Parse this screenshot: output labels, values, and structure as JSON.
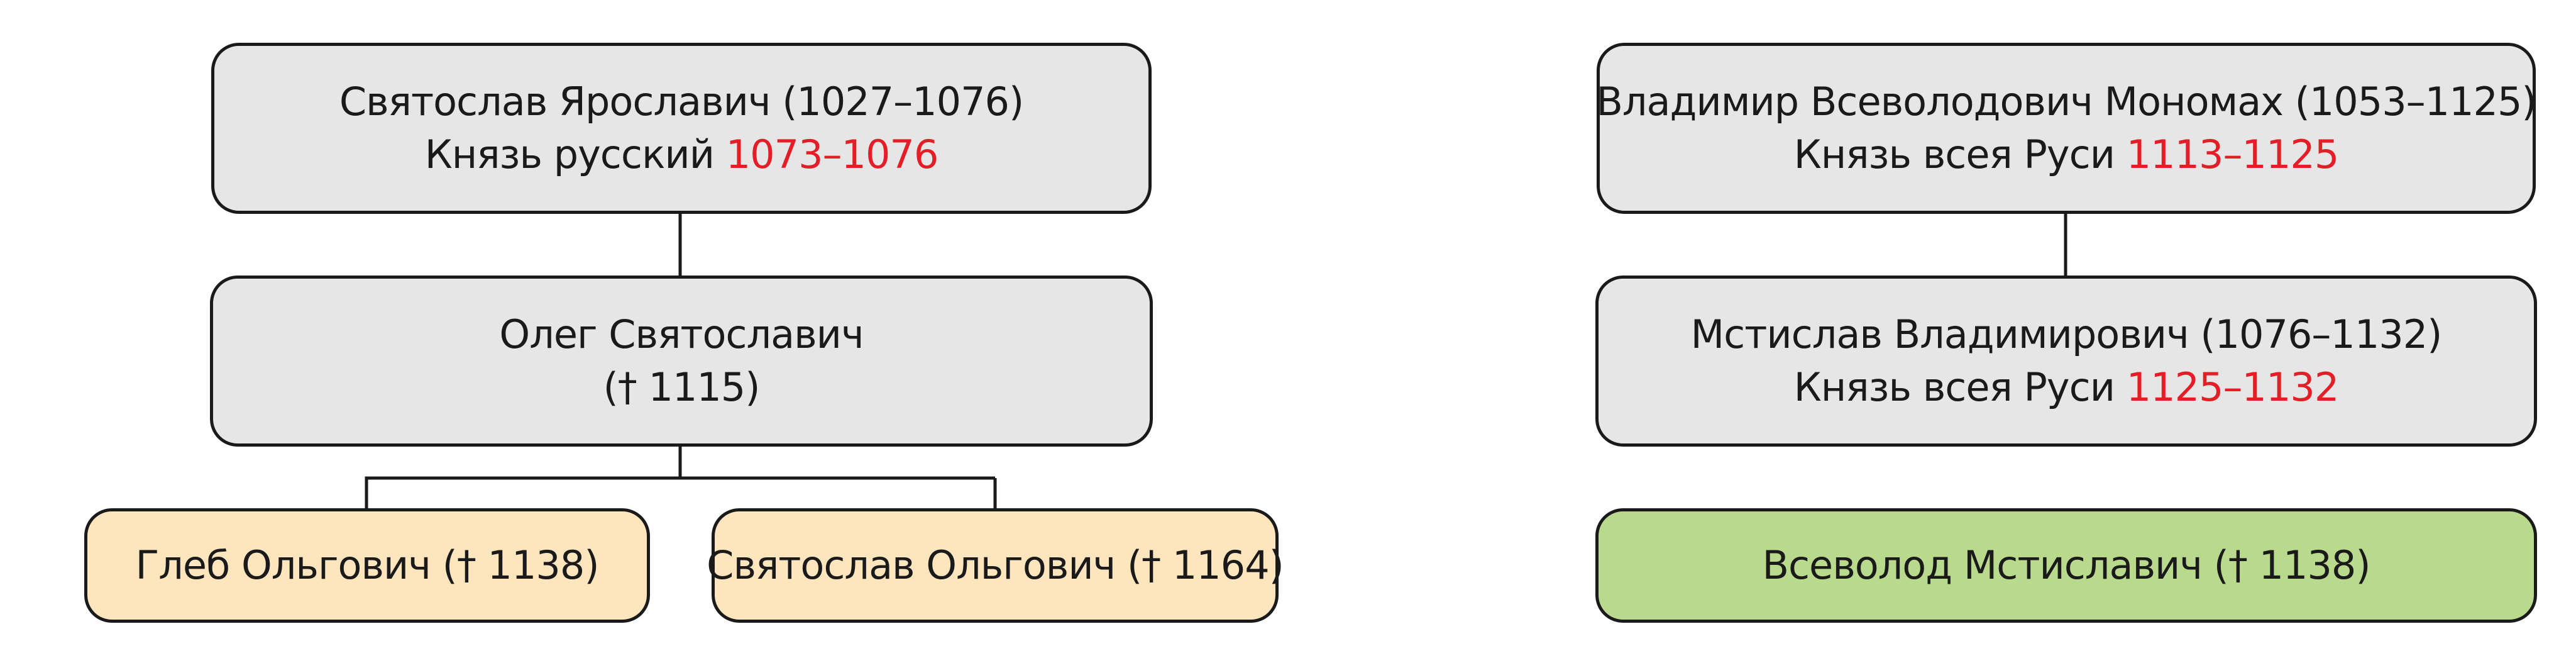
{
  "colors": {
    "box_grey": "#e6e6e7",
    "box_peach": "#fde5bd",
    "box_green": "#b9da8c",
    "highlight_red": "#e41e26",
    "border": "#1a1a1a",
    "connector": "#1a1a1a"
  },
  "left_tree": {
    "svyatoslav_yaroslavich": {
      "name_line": "Святослав Ярославич (1027–1076)",
      "title_prefix": "Князь русский ",
      "reign": "1073–1076"
    },
    "oleg_svyatoslavich": {
      "name_line": "Олег Святославич",
      "death_line": "(† 1115)"
    },
    "gleb_olgovich": {
      "name_line": "Глеб Ольгович († 1138)"
    },
    "svyatoslav_olgovich": {
      "name_line": "Святослав Ольгович († 1164)"
    }
  },
  "right_tree": {
    "vladimir_monomakh": {
      "name_line": "Владимир Всеволодович Мономах (1053–1125)",
      "title_prefix": "Князь всея Руси ",
      "reign": "1113–1125"
    },
    "mstislav_vladimirovich": {
      "name_line": "Мстислав Владимирович (1076–1132)",
      "title_prefix": "Князь всея Руси ",
      "reign": "1125–1132"
    },
    "vsevolod_mstislavich": {
      "name_line": "Всеволод Мстиславич († 1138)"
    }
  }
}
